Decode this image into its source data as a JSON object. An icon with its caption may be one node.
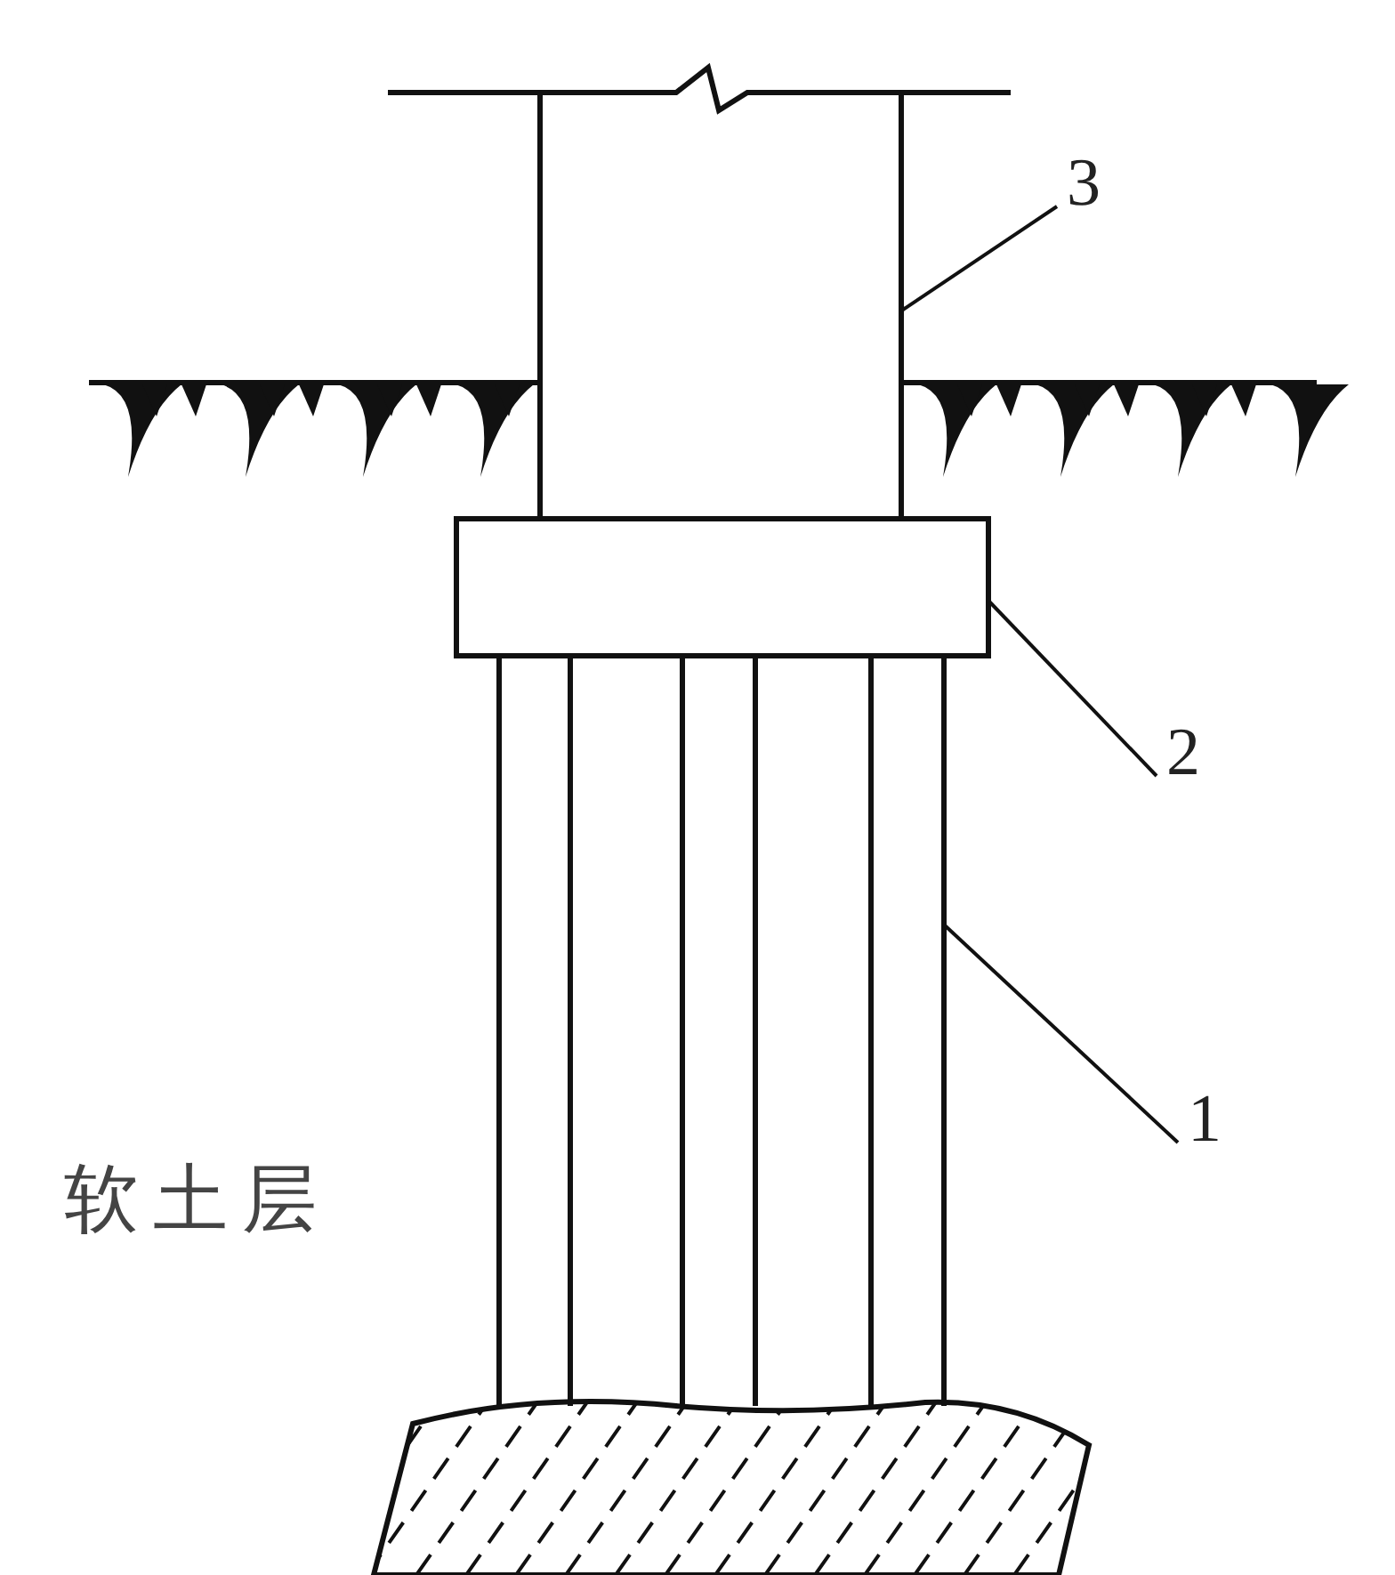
{
  "diagram": {
    "nodes": [
      {
        "text": [],
        "shape": "box"
      },
      {
        "text": [],
        "shape": "box"
      },
      {
        "text": [],
        "shape": "bar"
      },
      {
        "text": [],
        "shape": "bar"
      },
      {
        "text": [],
        "shape": "bar"
      },
      {
        "text": [
          "3"
        ]
      },
      {
        "text": [
          "2"
        ]
      },
      {
        "text": [
          "1"
        ]
      }
    ],
    "edges": [
      {
        "from": 5,
        "to": 0,
        "arrow": "none"
      },
      {
        "from": 6,
        "to": 1,
        "arrow": "none"
      },
      {
        "from": 7,
        "to": 4,
        "arrow": "none"
      }
    ],
    "labels": [
      "软土层"
    ]
  }
}
